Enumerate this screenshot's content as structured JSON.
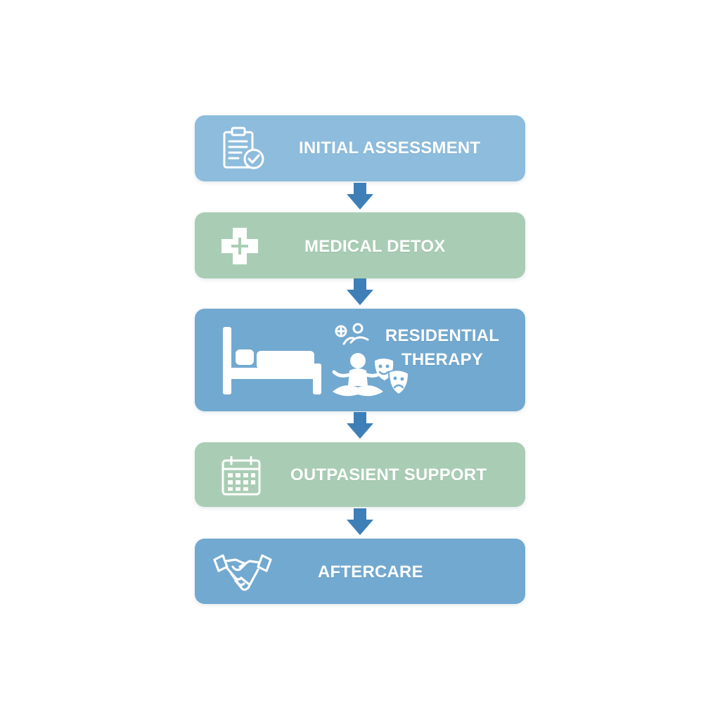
{
  "colors": {
    "blue_light": "#8cbbdd",
    "blue": "#72a9d0",
    "green": "#a9cdb4",
    "arrow": "#3e7fb7"
  },
  "steps": [
    {
      "label": "INITIAL ASSESSMENT",
      "icon": "clipboard-check-icon"
    },
    {
      "label": "MEDICAL DETOX",
      "icon": "medical-cross-icon"
    },
    {
      "label_line1": "RESIDENTIAL",
      "label_line2": "THERAPY",
      "icons": [
        "bed-icon",
        "meditation-person-icon",
        "theater-masks-icon"
      ]
    },
    {
      "label": "OUTPASIENT SUPPORT",
      "icon": "calendar-icon"
    },
    {
      "label": "AFTERCARE",
      "icon": "handshake-icon"
    }
  ]
}
